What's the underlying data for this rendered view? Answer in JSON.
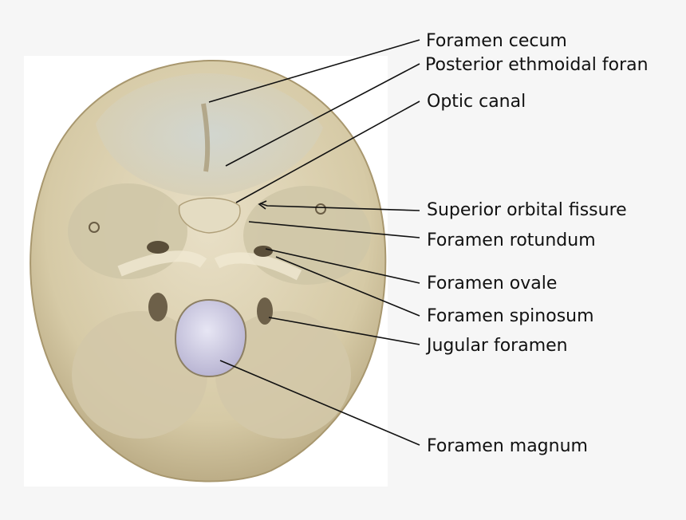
{
  "labels": [
    {
      "id": "foramen-cecum",
      "text": "Foramen cecum"
    },
    {
      "id": "posterior-ethmoidal-foramen",
      "text": "Posterior ethmoidal foran"
    },
    {
      "id": "optic-canal",
      "text": "Optic canal"
    },
    {
      "id": "superior-orbital-fissure",
      "text": "Superior orbital fissure"
    },
    {
      "id": "foramen-rotundum",
      "text": "Foramen rotundum"
    },
    {
      "id": "foramen-ovale",
      "text": "Foramen ovale"
    },
    {
      "id": "foramen-spinosum",
      "text": "Foramen spinosum"
    },
    {
      "id": "jugular-foramen",
      "text": "Jugular foramen"
    },
    {
      "id": "foramen-magnum",
      "text": "Foramen magnum"
    }
  ],
  "colors": {
    "background": "#f6f6f6",
    "panel": "#ffffff",
    "bone": "#d9ceaf",
    "bone_shadow": "#b7a882",
    "foramen_magnum_fill": "#c9c6de",
    "leader_line": "#111111",
    "text": "#111111"
  }
}
